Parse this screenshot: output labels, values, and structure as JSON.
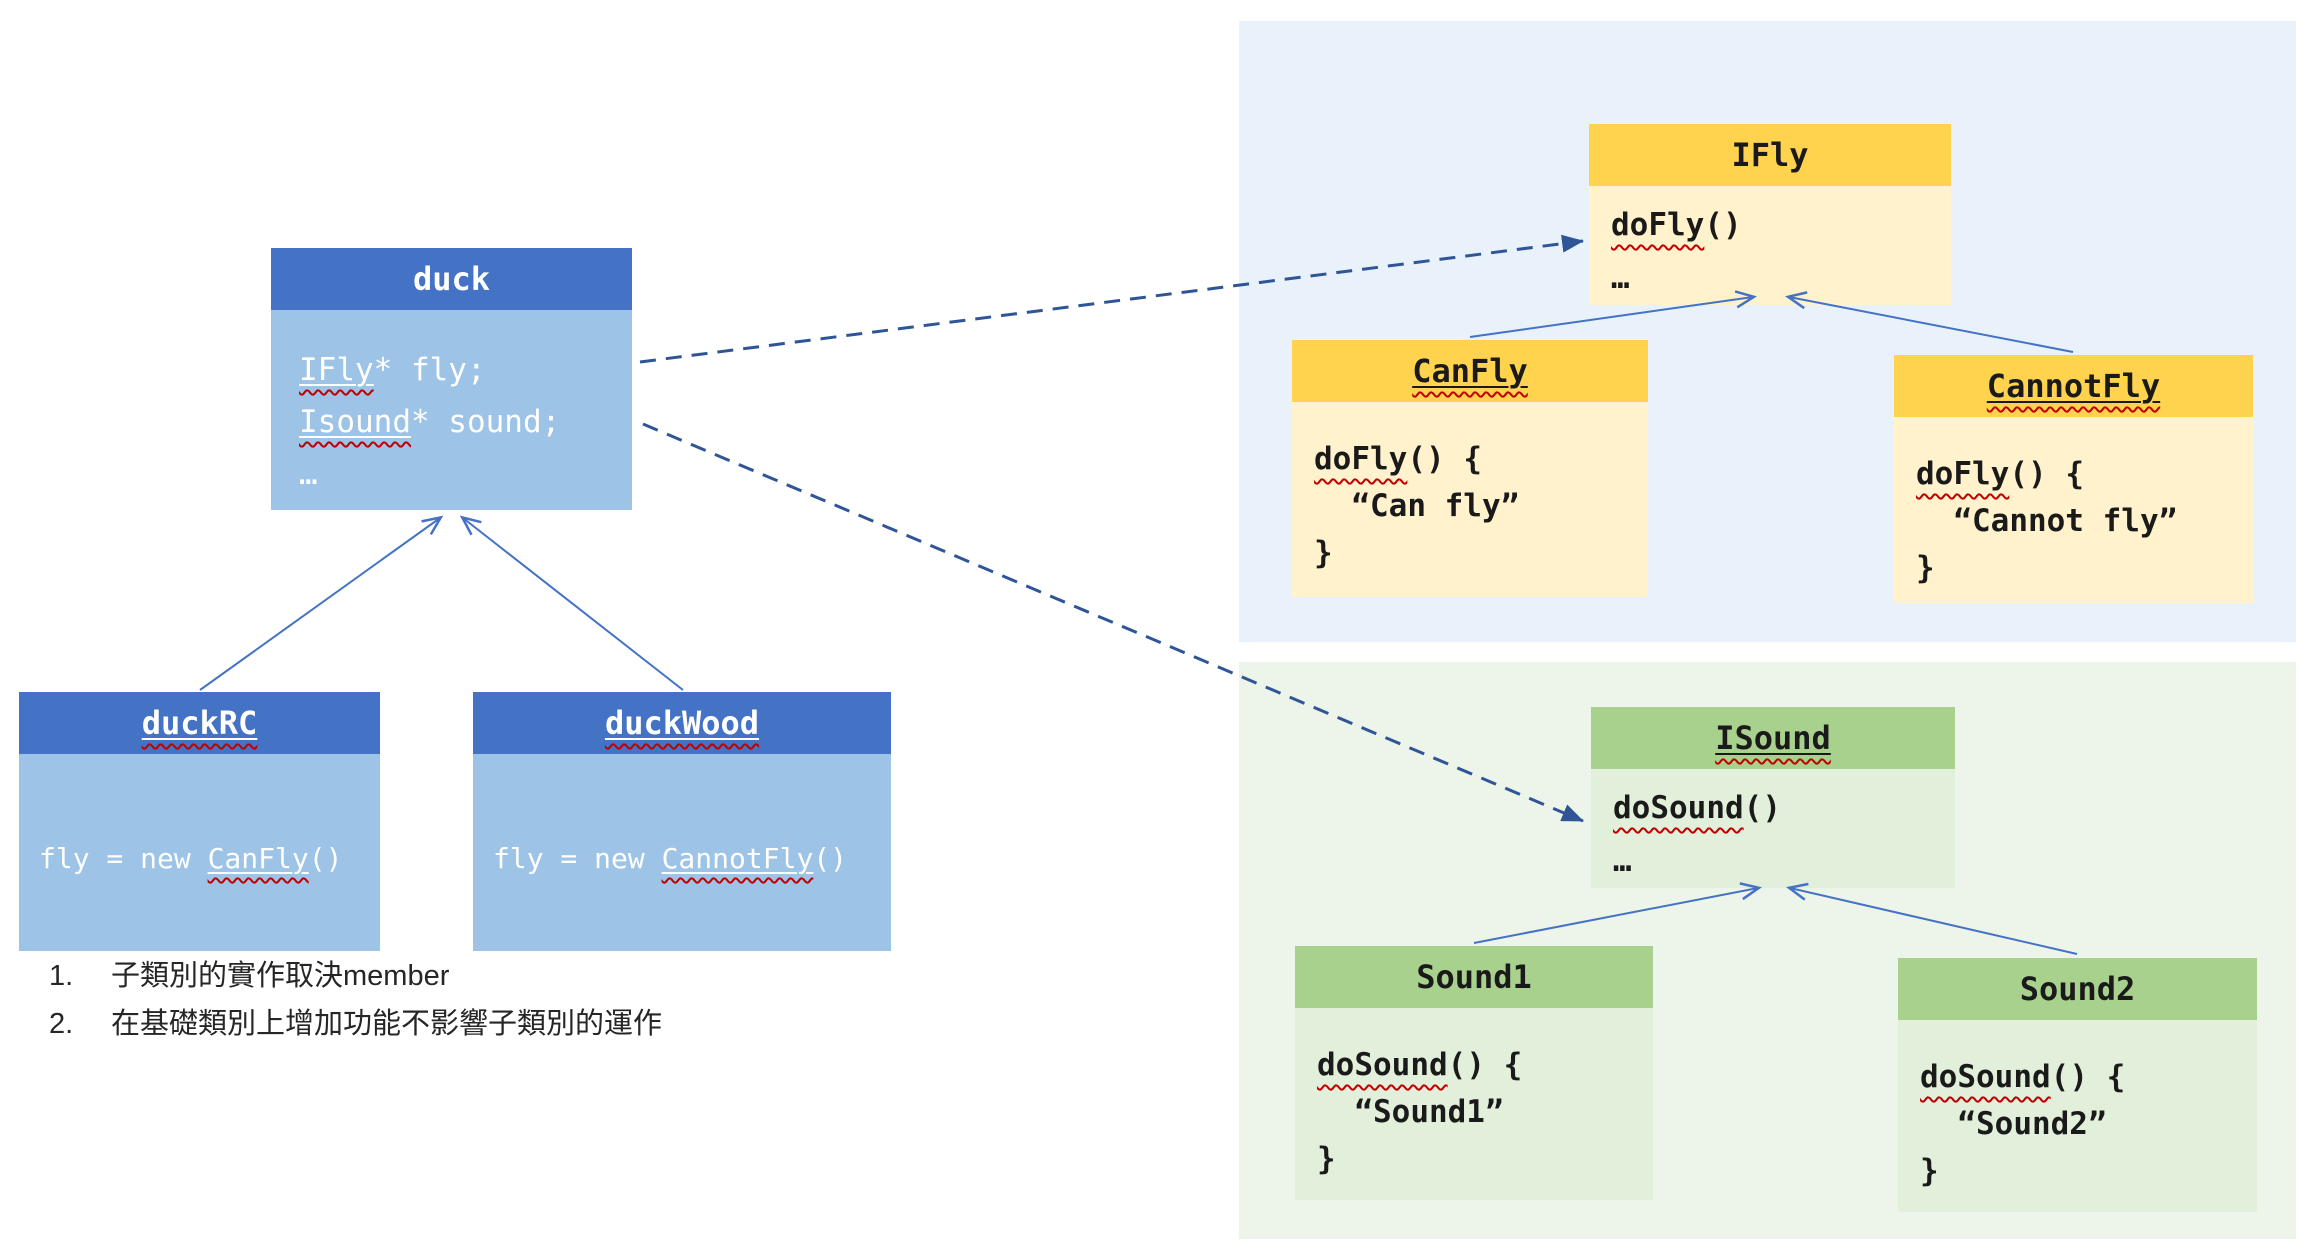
{
  "colors": {
    "blue-header": "#4472C4",
    "blue-body": "#9DC3E6",
    "gold-header": "#FFD34D",
    "gold-body": "#FFF2CC",
    "green-header": "#A9D18E",
    "green-body": "#E2EFDA",
    "panel-blue": "#E9F1FB",
    "panel-green": "#EDF4EA",
    "arrow-dashed": "#2F5597",
    "arrow-solid": "#4472C4",
    "squiggle": "#C00000",
    "note-text": "#262626"
  },
  "duck": {
    "title": "duck",
    "line1_a": "IFly",
    "line1_b": "* fly;",
    "line2_a": "Isound",
    "line2_b": "* sound;",
    "line3": "…"
  },
  "duckRC": {
    "title": "duckRC",
    "line_a": "fly = new ",
    "line_b": "CanFly",
    "line_c": "()"
  },
  "duckWood": {
    "title": "duckWood",
    "line_a": "fly = new ",
    "line_b": "CannotFly",
    "line_c": "()"
  },
  "ifly": {
    "title": "IFly",
    "m_a": "doFly",
    "m_b": "()",
    "ellipsis": "…"
  },
  "canfly": {
    "title": "CanFly",
    "l1_a": "doFly",
    "l1_b": "() {",
    "l2": "  “Can fly”",
    "l3": "}"
  },
  "cannotfly": {
    "title": "CannotFly",
    "l1_a": "doFly",
    "l1_b": "() {",
    "l2": "  “Cannot fly”",
    "l3": "}"
  },
  "isound": {
    "title": "ISound",
    "m_a": "doSound",
    "m_b": "()",
    "ellipsis": "…"
  },
  "sound1": {
    "title": "Sound1",
    "l1_a": "doSound",
    "l1_b": "() {",
    "l2": "  “Sound1”",
    "l3": "}"
  },
  "sound2": {
    "title": "Sound2",
    "l1_a": "doSound",
    "l1_b": "() {",
    "l2": "  “Sound2”",
    "l3": "}"
  },
  "notes": {
    "items": [
      {
        "num": "1.",
        "text": "子類別的實作取決member"
      },
      {
        "num": "2.",
        "text": "在基礎類別上增加功能不影響子類別的運作"
      }
    ]
  }
}
